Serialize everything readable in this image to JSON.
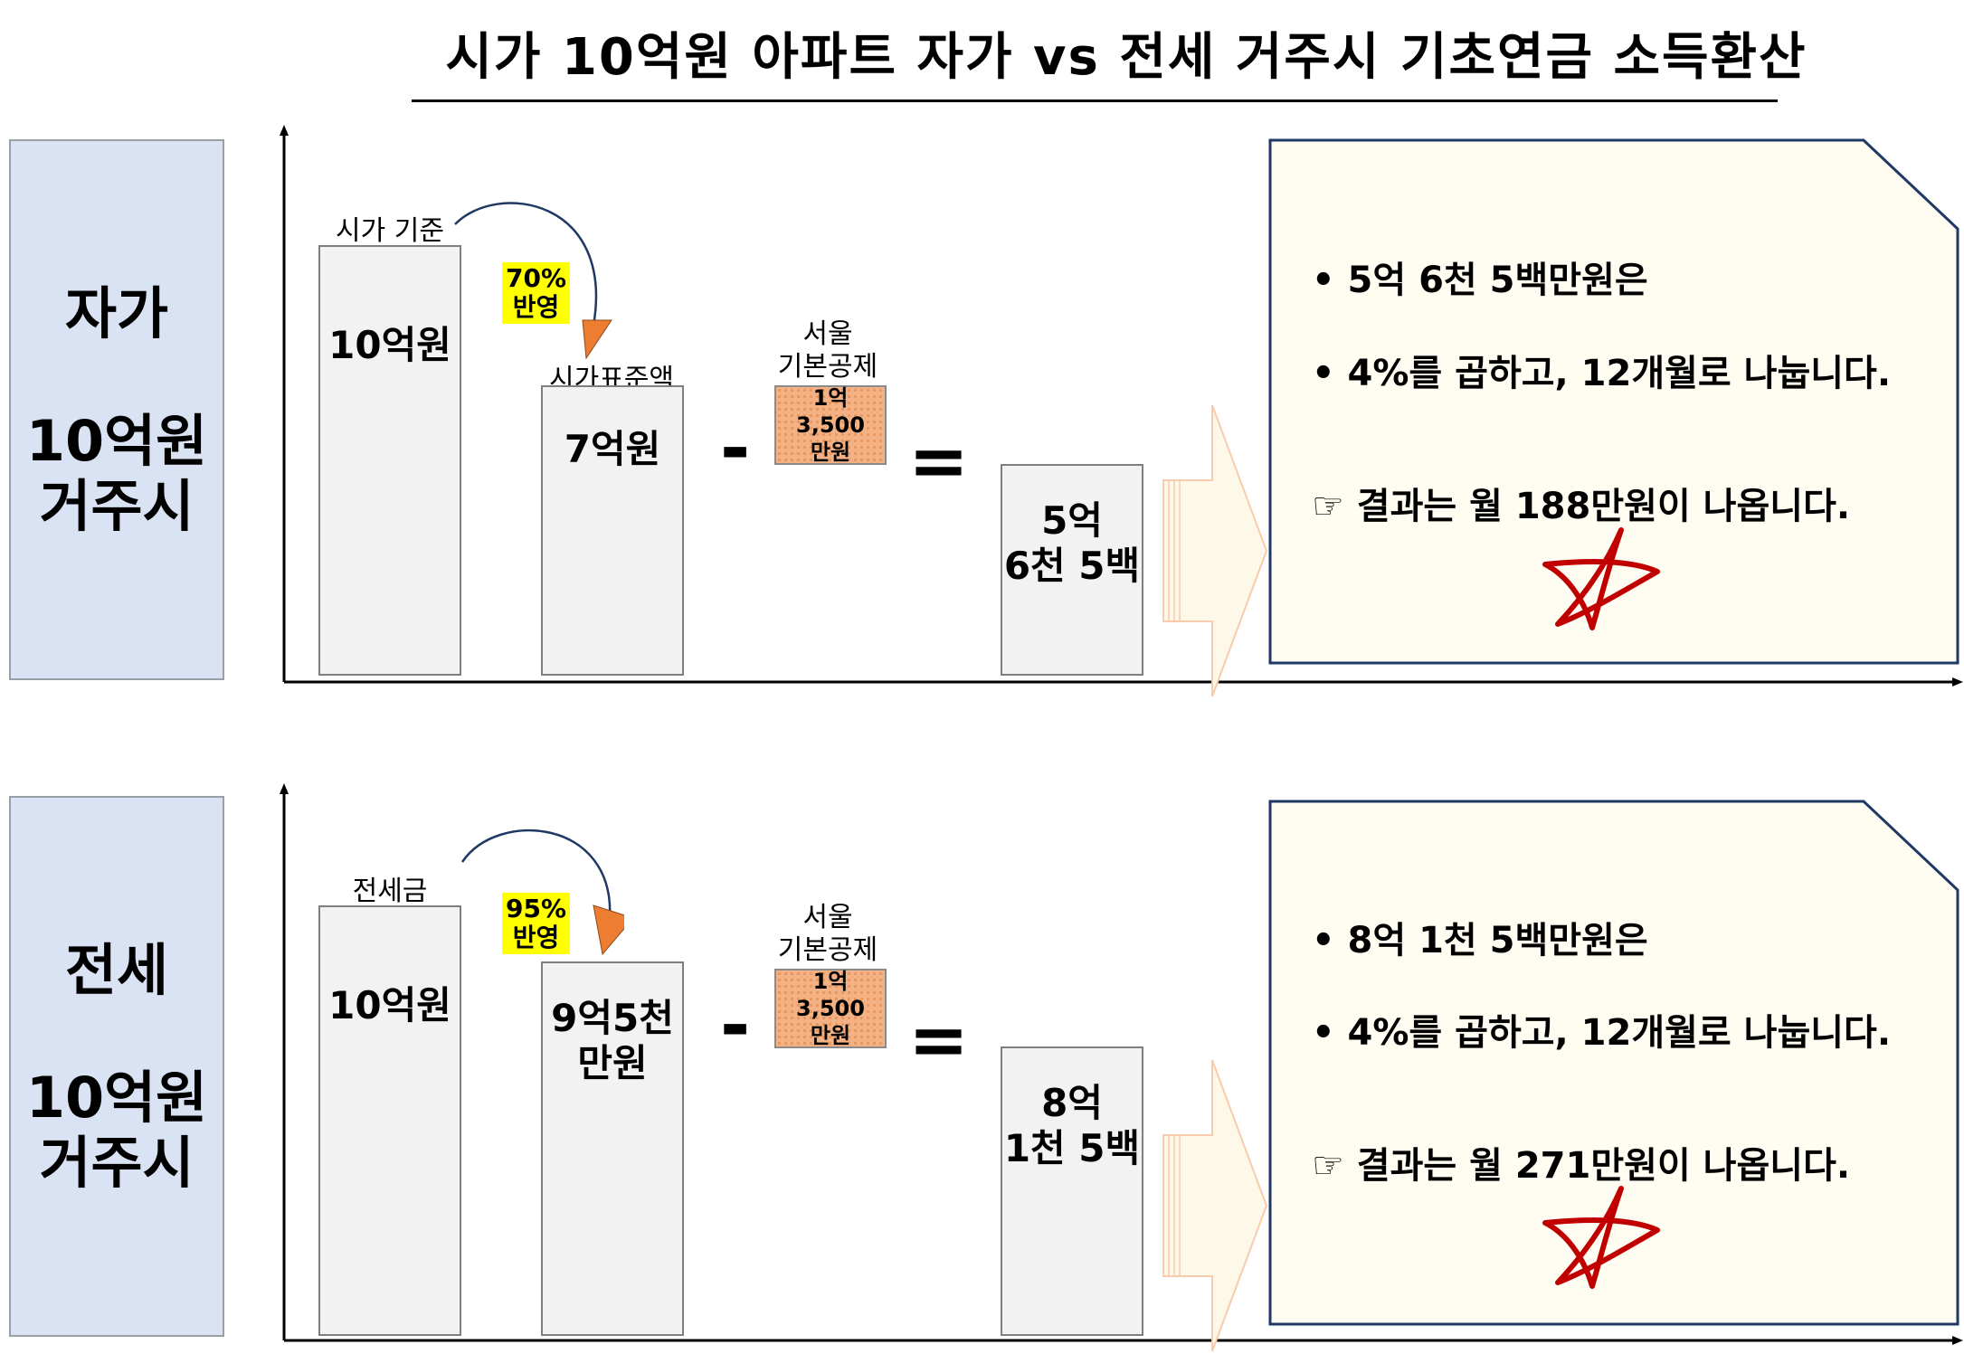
{
  "title": "시가 10억원 아파트 자가 vs 전세 거주시 기초연금 소득환산",
  "panels": [
    {
      "side_label": {
        "line1": "자가",
        "line2": "10억원",
        "line3": "거주시"
      },
      "start_caption": "시가 기준",
      "start_value": "10억원",
      "ratio": {
        "line1": "70%",
        "line2": "반영"
      },
      "mid_caption": "시가표준액",
      "mid_value": {
        "line1": "7억원",
        "line2": ""
      },
      "minus": "-",
      "deduction_caption": {
        "line1": "서울",
        "line2": "기본공제"
      },
      "deduction_value": {
        "line1": "1억 3,500",
        "line2": "만원"
      },
      "equals": "=",
      "result_value": {
        "line1": "5억",
        "line2": "6천 5백"
      },
      "notes": {
        "b1": "5억 6천 5백만원은",
        "b2": "4%를 곱하고, 12개월로 나눕니다.",
        "hand_icon": "☞",
        "result": "결과는 월 188만원이 나옵니다."
      }
    },
    {
      "side_label": {
        "line1": "전세",
        "line2": "10억원",
        "line3": "거주시"
      },
      "start_caption": "전세금",
      "start_value": "10억원",
      "ratio": {
        "line1": "95%",
        "line2": "반영"
      },
      "mid_caption": "",
      "mid_value": {
        "line1": "9억5천",
        "line2": "만원"
      },
      "minus": "-",
      "deduction_caption": {
        "line1": "서울",
        "line2": "기본공제"
      },
      "deduction_value": {
        "line1": "1억 3,500",
        "line2": "만원"
      },
      "equals": "=",
      "result_value": {
        "line1": "8억",
        "line2": "1천 5백"
      },
      "notes": {
        "b1": "8억 1천 5백만원은",
        "b2": "4%를 곱하고, 12개월로 나눕니다.",
        "hand_icon": "☞",
        "result": "결과는 월 271만원이 나옵니다."
      }
    }
  ],
  "bullet_glyph": "•",
  "colors": {
    "side_fill": "#dae3f3",
    "bar_fill": "#f2f2f2",
    "highlight": "#ffff00",
    "deduction_fill": "#f4b183",
    "arrowhead": "#ed7d31",
    "curve_arrow": "#1f3864",
    "star": "#c00000",
    "note_fill": "#fffdf2",
    "note_border": "#1f3864",
    "block_arrow": "#fef8e8"
  },
  "icons": {
    "hand": "pointing-hand-icon",
    "star": "hand-drawn-star-icon"
  }
}
